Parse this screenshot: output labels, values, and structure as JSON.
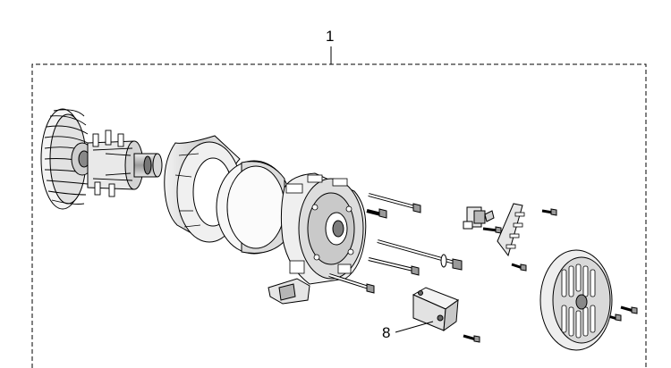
{
  "callouts": {
    "assembly_label": "1",
    "part_label": "8"
  },
  "parts": [
    {
      "name": "cooling-fan",
      "icon": "fan-icon"
    },
    {
      "name": "rotor",
      "icon": "rotor-icon"
    },
    {
      "name": "stator-ring-front",
      "icon": "ring-icon"
    },
    {
      "name": "stator-ring-rear",
      "icon": "ring-icon"
    },
    {
      "name": "end-bracket",
      "icon": "bracket-icon"
    },
    {
      "name": "through-bolts",
      "icon": "bolt-icon"
    },
    {
      "name": "brush-holder",
      "icon": "brush-icon"
    },
    {
      "name": "terminal-strip",
      "icon": "terminal-icon"
    },
    {
      "name": "rear-cover",
      "icon": "cover-icon"
    },
    {
      "name": "avr-module",
      "icon": "module-icon"
    }
  ],
  "colors": {
    "line": "#000000",
    "shade": "#bdbdbd",
    "background": "#ffffff"
  }
}
